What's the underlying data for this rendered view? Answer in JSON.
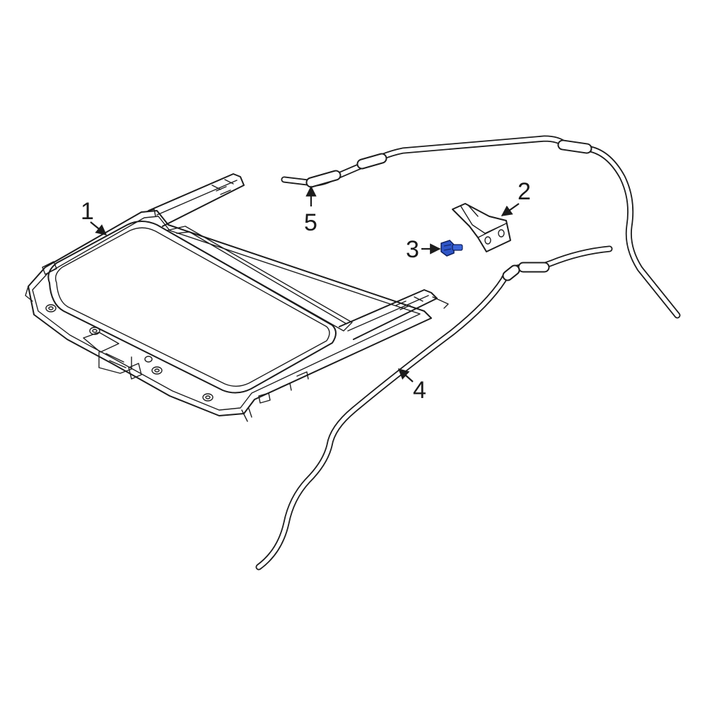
{
  "diagram": {
    "callouts": [
      {
        "id": "1",
        "label": "1"
      },
      {
        "id": "2",
        "label": "2"
      },
      {
        "id": "3",
        "label": "3"
      },
      {
        "id": "4",
        "label": "4"
      },
      {
        "id": "5",
        "label": "5"
      }
    ],
    "colors": {
      "line": "#1c1c1c",
      "highlight_part": "#2f55c7",
      "background": "#ffffff"
    }
  }
}
